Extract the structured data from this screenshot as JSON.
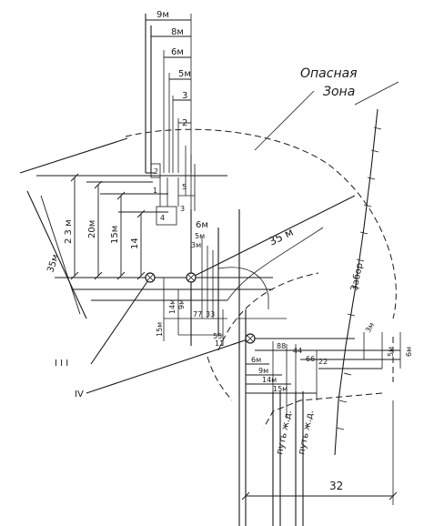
{
  "title": {
    "line1": "Опасная",
    "line2": "Зона"
  },
  "top_dimensions": [
    "9м",
    "8м",
    "6м",
    "5м",
    "3",
    "2"
  ],
  "left_dimensions": {
    "d23": "2 3 м",
    "d20": "20м",
    "d15": "15м",
    "d14": "14",
    "d35": "35м"
  },
  "radius_label": "35 м",
  "fence_label": "Забор",
  "mid_dimensions": [
    "6м",
    "5м",
    "3м"
  ],
  "lower_dimensions": [
    "14м",
    "9м",
    "15м"
  ],
  "small_labels": [
    "77",
    "33",
    "55",
    "11",
    "2",
    "3",
    "4",
    "1",
    "5"
  ],
  "right_dimensions": [
    "3м",
    "5м",
    "6м"
  ],
  "right_labels": [
    "88",
    "44",
    "66",
    "22"
  ],
  "bottom_dimensions": [
    "6м",
    "9м",
    "14м",
    "15м"
  ],
  "track_labels": [
    "путь ж.д.",
    "путь ж.д."
  ],
  "bottom_width": "32",
  "crane_labels": [
    "I I I",
    "IV"
  ]
}
